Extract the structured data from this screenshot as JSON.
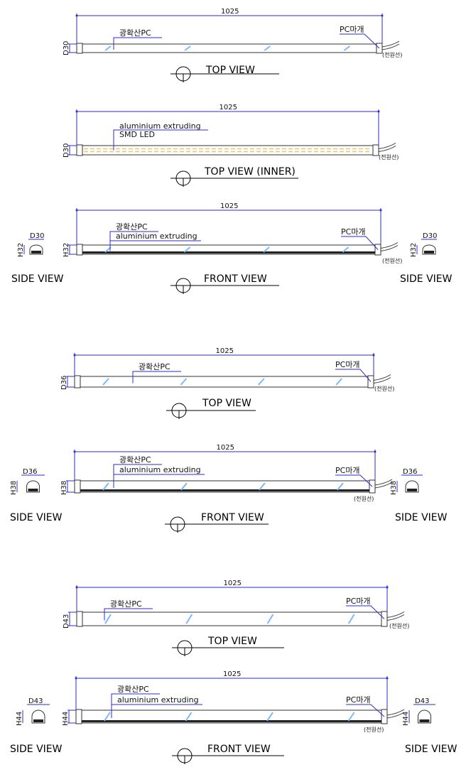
{
  "length_label": "1025",
  "colors": {
    "dimension": "#2b2bd6",
    "diffuser": "#7ab8ff",
    "outline": "#333333"
  },
  "labels": {
    "diffuser_pc": "광확산PC",
    "pc_cap": "PC마개",
    "power_cable": "(전원선)",
    "aluminium": "aluminium extruding",
    "smd_led": "SMD LED",
    "side_view": "SIDE VIEW"
  },
  "views": [
    {
      "title": "TOP VIEW",
      "type": "top",
      "dim": "D30"
    },
    {
      "title": "TOP VIEW (INNER)",
      "type": "inner",
      "dim": "D30"
    },
    {
      "title": "FRONT VIEW",
      "type": "front",
      "dim": "H32",
      "side_width": "D30",
      "side_height": "H32"
    },
    {
      "title": "TOP VIEW",
      "type": "top",
      "dim": "D36"
    },
    {
      "title": "FRONT VIEW",
      "type": "front",
      "dim": "H38",
      "side_width": "D36",
      "side_height": "H38"
    },
    {
      "title": "TOP VIEW",
      "type": "top",
      "dim": "D43"
    },
    {
      "title": "FRONT VIEW",
      "type": "front",
      "dim": "H44",
      "side_width": "D43",
      "side_height": "H44"
    }
  ]
}
